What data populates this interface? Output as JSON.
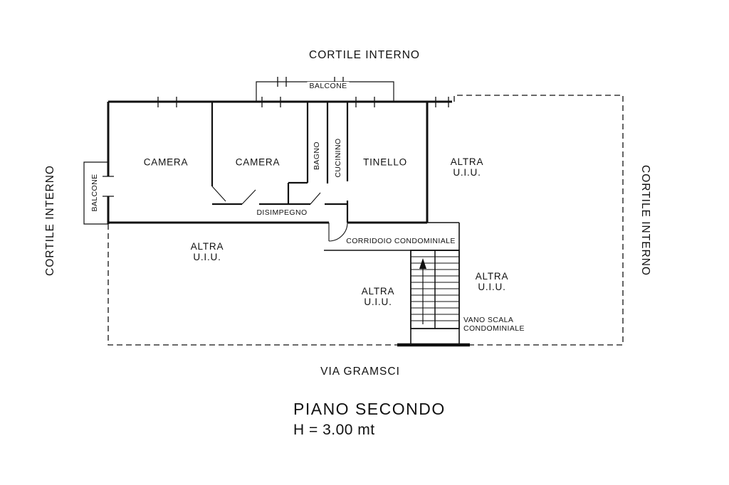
{
  "surroundings": {
    "top": "CORTILE INTERNO",
    "left": "CORTILE INTERNO",
    "right": "CORTILE INTERNO",
    "street": "VIA GRAMSCI"
  },
  "plan": {
    "balcone_top": "BALCONE",
    "balcone_left": "BALCONE",
    "camera_1": "CAMERA",
    "camera_2": "CAMERA",
    "bagno": "BAGNO",
    "cucinino": "CUCININO",
    "tinello": "TINELLO",
    "disimpegno": "DISIMPEGNO",
    "corridoio": "CORRIDOIO CONDOMINIALE",
    "altra_uiu_top_right": {
      "line1": "ALTRA",
      "line2": "U.I.U."
    },
    "altra_uiu_left": {
      "line1": "ALTRA",
      "line2": "U.I.U."
    },
    "altra_uiu_center": {
      "line1": "ALTRA",
      "line2": "U.I.U."
    },
    "altra_uiu_right": {
      "line1": "ALTRA",
      "line2": "U.I.U."
    },
    "vano_scala": {
      "line1": "VANO SCALA",
      "line2": "CONDOMINIALE"
    }
  },
  "caption": {
    "title": "PIANO SECONDO",
    "height": "H = 3.00 mt"
  },
  "colors": {
    "line": "#000000",
    "background": "#ffffff"
  }
}
